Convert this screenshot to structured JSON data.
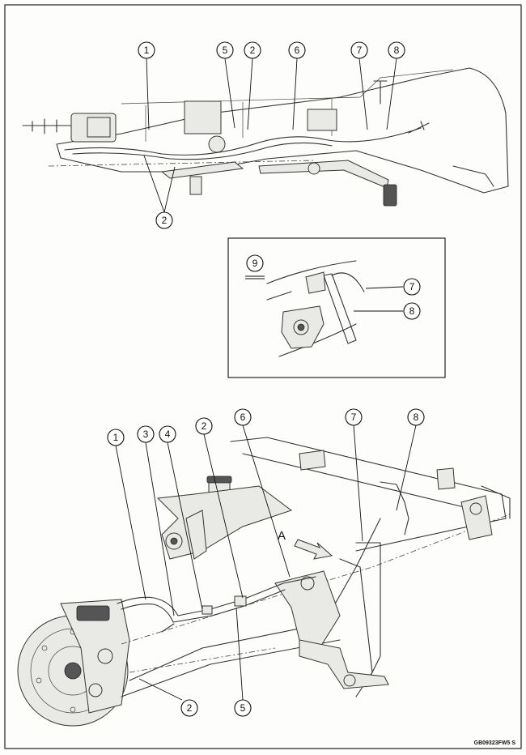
{
  "callouts_top": [
    "1",
    "5",
    "2",
    "6",
    "7",
    "8",
    "2"
  ],
  "inset": {
    "id": "9",
    "callouts": [
      "7",
      "8"
    ]
  },
  "callouts_bottom": [
    "1",
    "3",
    "4",
    "2",
    "6",
    "7",
    "8",
    "2",
    "5"
  ],
  "view_label": "A",
  "figure_code": "GB09323FW5  S"
}
